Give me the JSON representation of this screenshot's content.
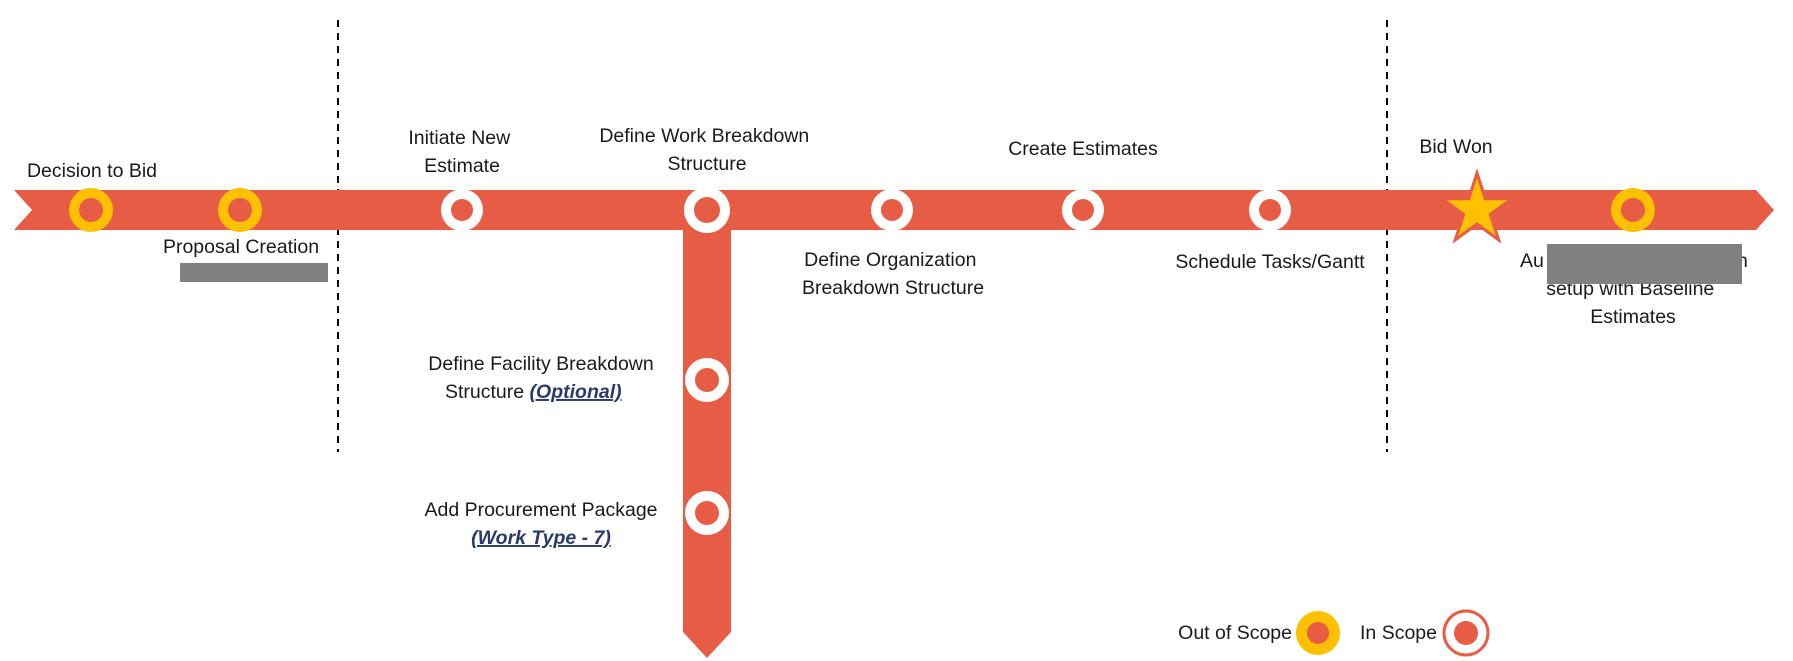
{
  "colors": {
    "track": "#E65C45",
    "out_of_scope_ring": "#FFC000",
    "in_scope_ring": "#FFFFFF",
    "milestone_star": "#FFC000",
    "divider": "#000000",
    "redaction": "#808080"
  },
  "milestones": [
    {
      "id": "decision-to-bid",
      "label": "Decision to Bid",
      "scope": "out"
    },
    {
      "id": "proposal-creation",
      "label": "Proposal Creation",
      "scope": "out",
      "note": "redacted"
    },
    {
      "id": "initiate-new-estimate",
      "label_lines": [
        "Initiate New",
        "Estimate"
      ],
      "scope": "in"
    },
    {
      "id": "define-wbs",
      "label_lines": [
        "Define Work Breakdown",
        "Structure"
      ],
      "scope": "in"
    },
    {
      "id": "define-obs",
      "label_lines": [
        "Define Organization",
        "Breakdown Structure"
      ],
      "scope": "in"
    },
    {
      "id": "create-estimates",
      "label": "Create Estimates",
      "scope": "in"
    },
    {
      "id": "schedule-tasks",
      "label": "Schedule Tasks/Gantt",
      "scope": "in"
    },
    {
      "id": "bid-won",
      "label": "Bid Won",
      "marker": "star-icon"
    },
    {
      "id": "baseline-setup",
      "label_lines": [
        "Au",
        "h",
        "setup with Baseline",
        "Estimates"
      ],
      "scope": "out",
      "note": "partially redacted"
    }
  ],
  "branch": [
    {
      "id": "define-fbs",
      "label_lines": [
        "Define Facility Breakdown",
        "Structure "
      ],
      "emphasis": "(Optional)",
      "scope": "in"
    },
    {
      "id": "add-procurement",
      "label_lines": [
        "Add Procurement Package"
      ],
      "emphasis": "(Work Type - 7)",
      "scope": "in"
    }
  ],
  "legend": {
    "out_of_scope": "Out of Scope",
    "in_scope": "In Scope"
  }
}
